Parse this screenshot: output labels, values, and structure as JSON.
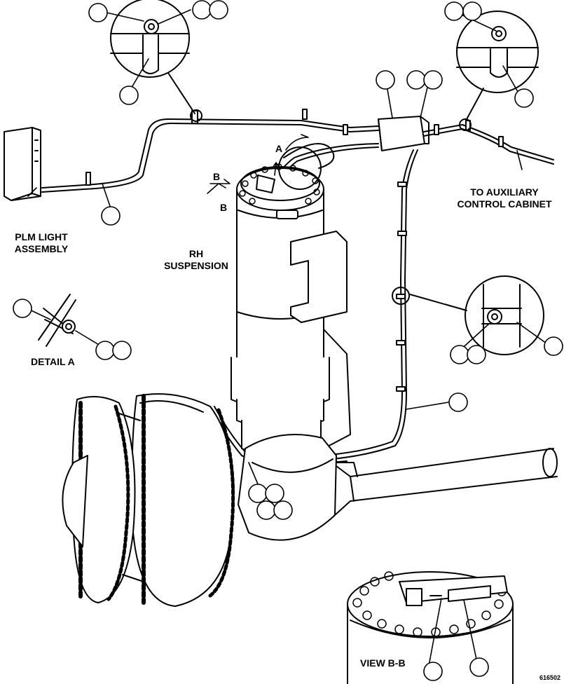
{
  "labels": {
    "plm_line1": "PLM LIGHT",
    "plm_line2": "ASSEMBLY",
    "rh_line1": "RH",
    "rh_line2": "SUSPENSION",
    "detail_a": "DETAIL A",
    "aux_line1": "TO AUXILIARY",
    "aux_line2": "CONTROL CABINET",
    "view_bb": "VIEW B-B",
    "marker_a": "A",
    "marker_b_top": "B",
    "marker_b_bottom": "B",
    "figure_id": "616502"
  },
  "colors": {
    "ink": "#000000",
    "paper": "#ffffff"
  }
}
